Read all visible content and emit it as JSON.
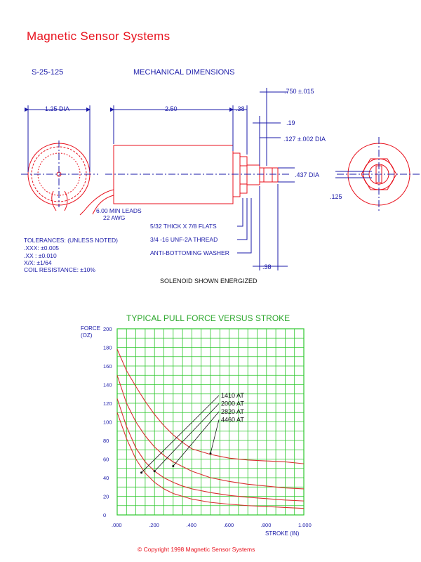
{
  "page": {
    "title": "Magnetic Sensor Systems",
    "part_number": "S-25-125",
    "section_title": "MECHANICAL DIMENSIONS",
    "caption": "SOLENOID SHOWN ENERGIZED",
    "copyright": "©  Copyright 1998 Magnetic Sensor Systems"
  },
  "colors": {
    "brand_red": "#e8101c",
    "dimension_blue": "#1a1aa8",
    "grid_green": "#2ec82e",
    "curve_red": "#d83030"
  },
  "dimensions": {
    "dia_125": "1.25 DIA",
    "len_250": "2.50",
    "len_038_top": ".38",
    "dia_750": ".750 ±.015",
    "len_019": ".19",
    "dia_127": ".127 ±.002 DIA",
    "dia_437": ".437 DIA",
    "len_0125": ".125",
    "len_038_bottom": ".38",
    "leads_1": "6.00 MIN LEADS",
    "leads_2": "22 AWG",
    "flats": "5/32 THICK X 7/8 FLATS",
    "thread": "3/4 -16 UNF-2A THREAD",
    "washer": "ANTI-BOTTOMING WASHER"
  },
  "tolerances": {
    "heading": "TOLERANCES: (UNLESS NOTED)",
    "lines": [
      ".XXX: ±0.005",
      ".XX : ±0.010",
      "X/X:    ±1/64",
      "COIL RESISTANCE: ±10%"
    ]
  },
  "chart_data": {
    "type": "line",
    "title": "TYPICAL PULL FORCE VERSUS STROKE",
    "ylabel": "FORCE (OZ)",
    "xlabel": "STROKE (IN)",
    "xlim": [
      0,
      1.0
    ],
    "ylim": [
      0,
      200
    ],
    "x_ticks": [
      ".000",
      ".200",
      ".400",
      ".600",
      ".800",
      "1.000"
    ],
    "y_ticks": [
      "0",
      "20",
      "40",
      "60",
      "80",
      "100",
      "120",
      "140",
      "160",
      "180",
      "200"
    ],
    "grid": true,
    "x": [
      0.0,
      0.05,
      0.1,
      0.15,
      0.2,
      0.25,
      0.3,
      0.35,
      0.4,
      0.5,
      0.6,
      0.7,
      0.8,
      0.9,
      1.0
    ],
    "series": [
      {
        "name": "1410 AT",
        "values": [
          110,
          82,
          60,
          45,
          35,
          28,
          23,
          20,
          17,
          13.5,
          11.5,
          10,
          9,
          8,
          7
        ]
      },
      {
        "name": "2000 AT",
        "values": [
          125,
          95,
          72,
          57,
          47,
          40,
          35,
          31,
          28,
          24,
          21,
          19,
          17.5,
          16,
          15
        ]
      },
      {
        "name": "2820 AT",
        "values": [
          150,
          120,
          100,
          85,
          73,
          64,
          57,
          52,
          47,
          40,
          36,
          33,
          31,
          29,
          28
        ]
      },
      {
        "name": "4460 AT",
        "values": [
          178,
          155,
          138,
          122,
          108,
          96,
          86,
          78,
          71,
          65,
          61,
          59,
          58,
          57,
          55
        ]
      }
    ],
    "legend_location": "center"
  }
}
